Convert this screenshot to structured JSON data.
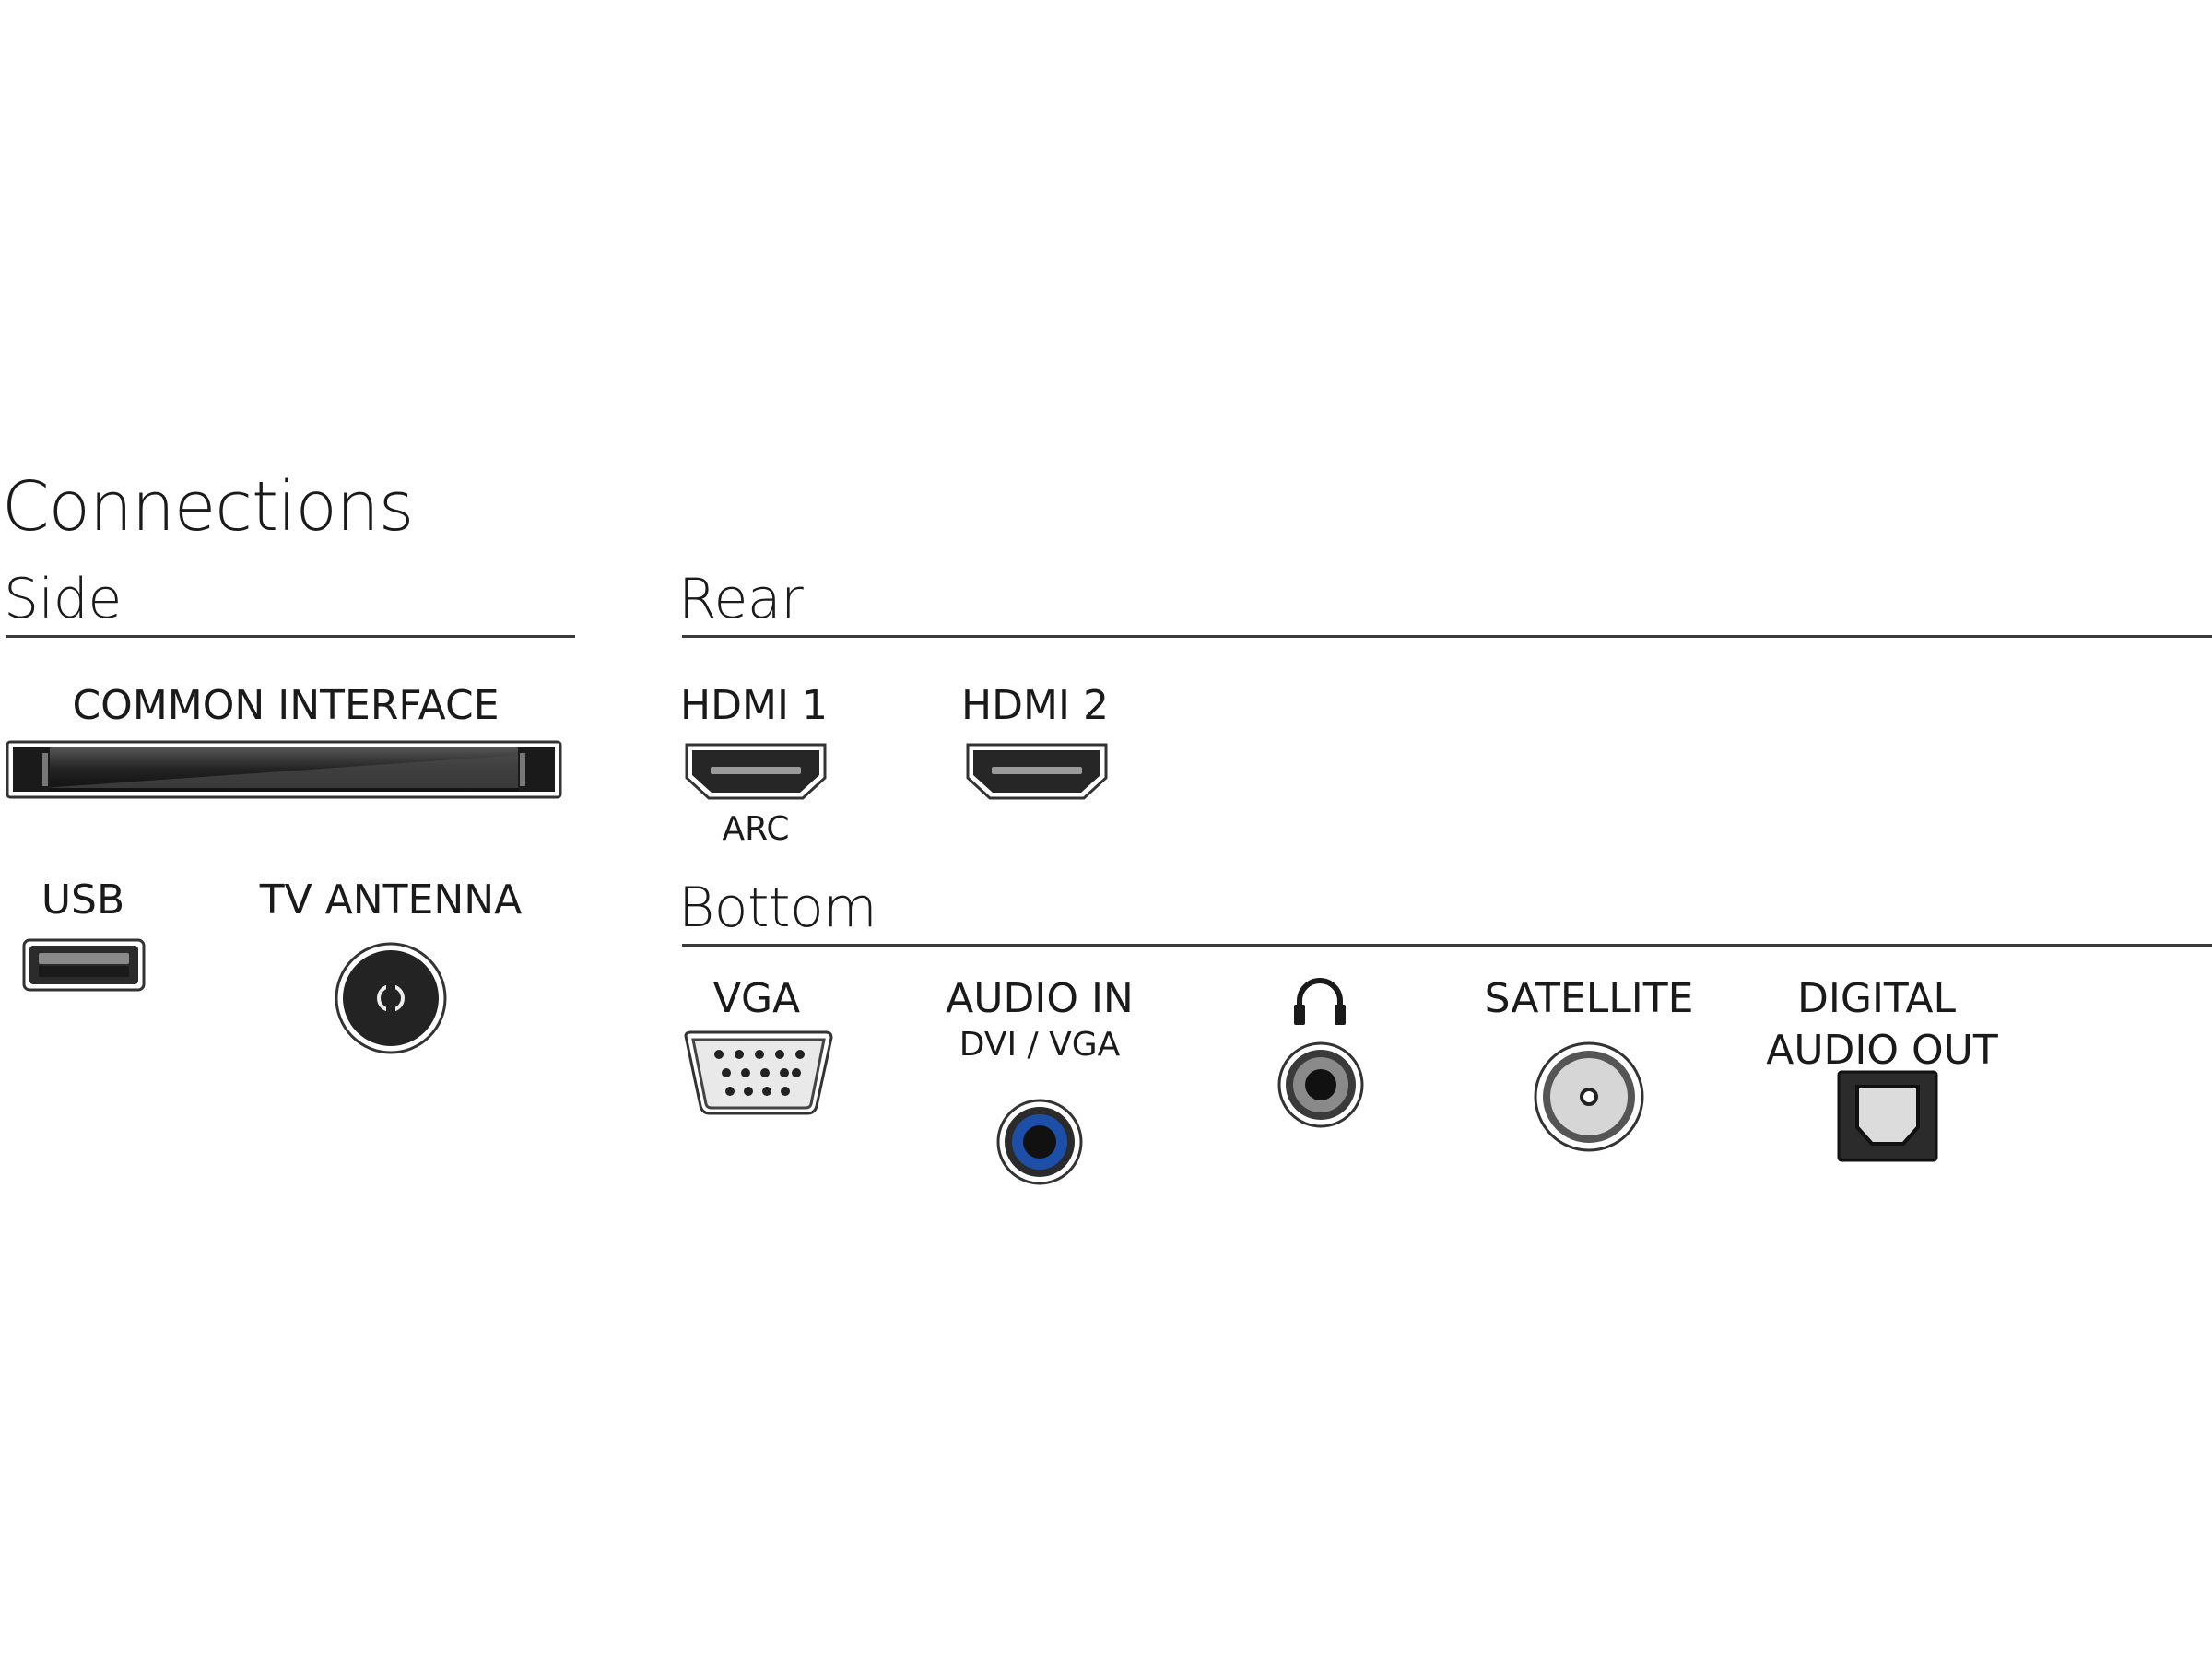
{
  "title": "Connections",
  "sections": {
    "side": "Side",
    "rear": "Rear",
    "bottom": "Bottom"
  },
  "side": {
    "common_interface": "COMMON INTERFACE",
    "usb": "USB",
    "tv_antenna": "TV ANTENNA"
  },
  "rear": {
    "hdmi1": "HDMI 1",
    "hdmi1_sub": "ARC",
    "hdmi2": "HDMI 2"
  },
  "bottom": {
    "vga": "VGA",
    "audio_in": "AUDIO IN",
    "audio_in_sub": "DVI / VGA",
    "headphone_icon": "headphone-icon",
    "satellite": "SATELLITE",
    "digital_audio_line1": "DIGITAL",
    "digital_audio_line2": "AUDIO OUT"
  },
  "colors": {
    "text": "#1a1a1a",
    "port_dark": "#2e2e2e",
    "audio_in_ring": "#1e4fa8"
  }
}
